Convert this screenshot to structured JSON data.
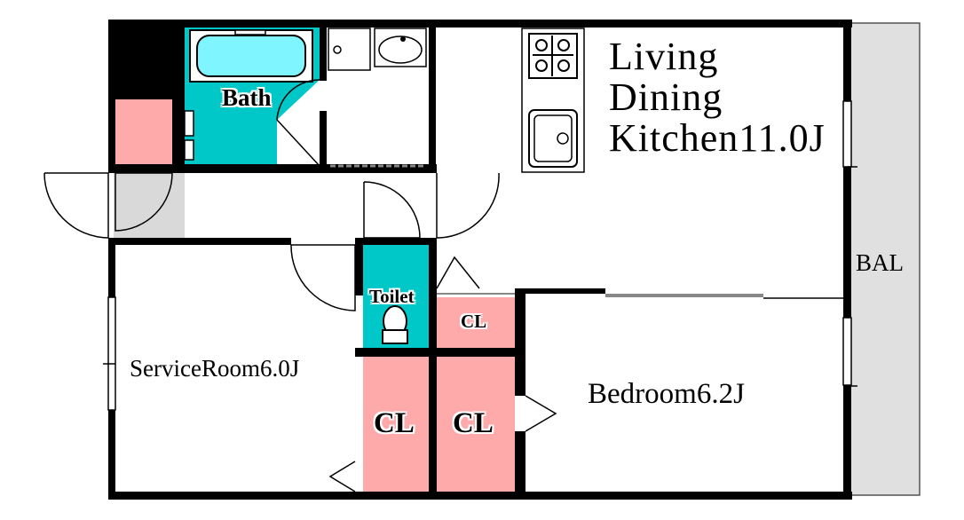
{
  "floorplan": {
    "rooms": {
      "ldk_line1": "Living",
      "ldk_line2": "Dining",
      "ldk_line3": "Kitchen11.0J",
      "bath": "Bath",
      "toilet": "Toilet",
      "service_room": "ServiceRoom6.0J",
      "bedroom": "Bedroom6.2J",
      "balcony": "BAL",
      "closet_small": "CL",
      "closet_left": "CL",
      "closet_right": "CL"
    },
    "colors": {
      "wall": "#000000",
      "wet_area": "#00c8c8",
      "closet": "#ffaaaa",
      "bathtub": "#7ff5ff",
      "balcony": "#e0e0e0",
      "floor": "#ffffff",
      "entrance_floor": "#d9d9d9"
    }
  }
}
